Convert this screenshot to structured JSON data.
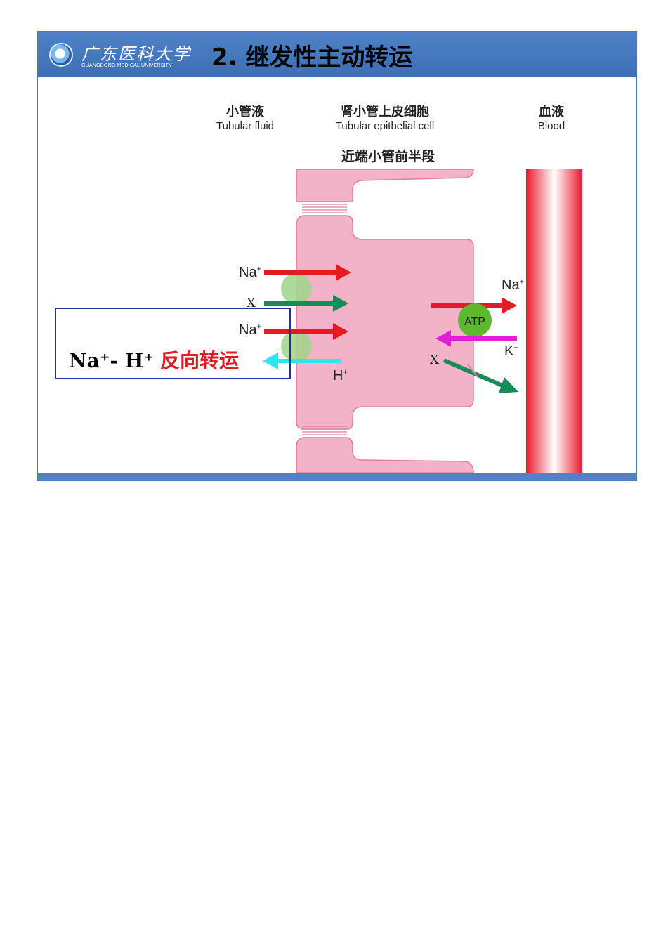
{
  "header": {
    "logo_name": "广东医科大学",
    "logo_sub": "GUANGDONG MEDICAL UNIVERSITY",
    "title": "2.  继发性主动转运"
  },
  "columns": {
    "tubular_fluid": {
      "cn": "小管液",
      "en": "Tubular fluid"
    },
    "epithelial_cell": {
      "cn": "肾小管上皮细胞",
      "en": "Tubular epithelial cell"
    },
    "blood": {
      "cn": "血液",
      "en": "Blood"
    }
  },
  "subheading": "近端小管前半段",
  "ions": {
    "na_top": "Na",
    "na_sup": "+",
    "x_left": "X",
    "na_mid": "Na",
    "h": "H",
    "h_sup": "+",
    "na_right": "Na",
    "atp": "ATP",
    "k": "K",
    "k_sup": "+",
    "x_right": "X"
  },
  "antiport_label": {
    "ions": "Na⁺- H⁺",
    "text": "反向转运"
  },
  "colors": {
    "header_blue": "#4f82c6",
    "cell_pink": "#f2b3c8",
    "cell_border": "#e07ea0",
    "na_arrow": "#e31b23",
    "x_arrow": "#1a8a5a",
    "h_arrow": "#2ee6f0",
    "k_arrow": "#e020d8",
    "atp_green": "#5cb82e",
    "blood_red": "#e8192c",
    "box_border": "#1f2fa0"
  }
}
